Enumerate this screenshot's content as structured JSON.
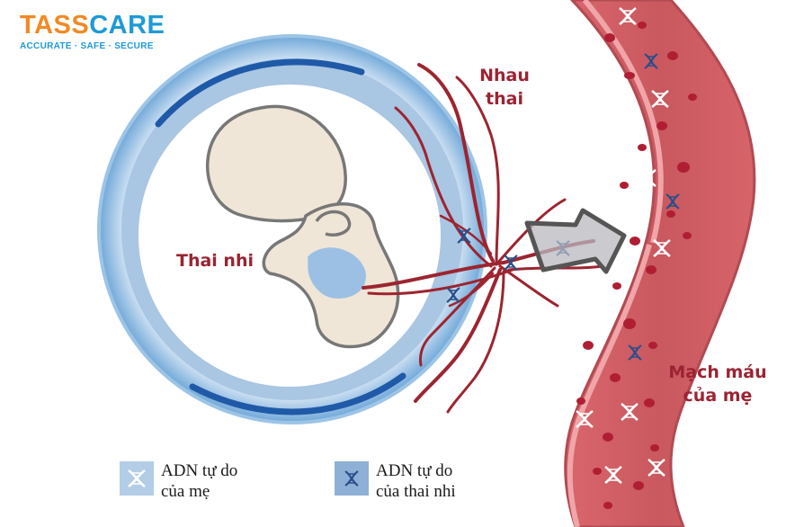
{
  "logo": {
    "part1": "TASS",
    "part2": "CARE",
    "tagline": "ACCURATE · SAFE · SECURE"
  },
  "labels": {
    "fetus": "Thai nhi",
    "placenta_line1": "Nhau",
    "placenta_line2": "thai",
    "vessel_line1": "Mạch máu",
    "vessel_line2": "của mẹ"
  },
  "legend": [
    {
      "line1": "ADN tự do",
      "line2": "của mẹ",
      "color": "#b3cde6"
    },
    {
      "line1": "ADN tự do",
      "line2": "của thai nhi",
      "color": "#8fb0d6"
    }
  ],
  "colors": {
    "brand_orange": "#f08a24",
    "brand_blue": "#1e9ad6",
    "label_red": "#9b2333",
    "vessel": "#c55a5e",
    "blood_cell": "#b01e33",
    "amniotic_blue": "#a9c6e2",
    "dna_icon": "#2a4f8a"
  },
  "icons": [
    "dna-icon",
    "arrow-icon"
  ]
}
